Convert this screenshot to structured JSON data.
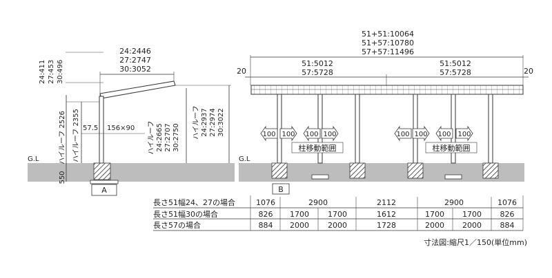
{
  "side_view": {
    "top_heights": [
      "24:411",
      "27:453",
      "30:496"
    ],
    "widths": [
      "24:2446",
      "27:2747",
      "30:3052"
    ],
    "gl_label": "G.L",
    "ground_depth": "550",
    "high_roof_2526": "ハイルーフ 2526",
    "high_roof_2355": "ハイルーフ 2355",
    "post_offset": "57.5",
    "post_size": "156×90",
    "high_roof_a_title": "ハイルーフ",
    "high_roof_a_values": [
      "24:2665",
      "27:2707",
      "30:2750"
    ],
    "high_roof_b_title": "ハイルーフ",
    "high_roof_b_values": [
      "24:2937",
      "27:2974",
      "30:3022"
    ],
    "section_label": "A"
  },
  "front_view": {
    "total_lengths": [
      "51+51:10064",
      "51+57:10780",
      "57+57:11496"
    ],
    "left_lengths": [
      "51:5012",
      "57:5728"
    ],
    "right_lengths": [
      "51:5012",
      "57:5728"
    ],
    "left_margin": "20",
    "right_margin": "20",
    "gl_label": "G.L",
    "movement_arrows": [
      "100",
      "100",
      "100",
      "100",
      "100",
      "100",
      "100",
      "100"
    ],
    "movement_range_left": "柱移動範囲",
    "movement_range_right": "柱移動範囲",
    "section_label": "B"
  },
  "dimension_table": {
    "rows": [
      {
        "label": "長さ51幅24、27の場合",
        "values": [
          "1076",
          "2900",
          "2112",
          "2900",
          "1076"
        ]
      },
      {
        "label": "長さ51幅30の場合",
        "values": [
          "826",
          "1700",
          "1700",
          "1612",
          "1700",
          "1700",
          "826"
        ]
      },
      {
        "label": "長さ57の場合",
        "values": [
          "884",
          "2000",
          "2000",
          "1728",
          "2000",
          "2000",
          "884"
        ]
      }
    ]
  },
  "footnote": "寸法図:縮尺1／150(単位mm)"
}
